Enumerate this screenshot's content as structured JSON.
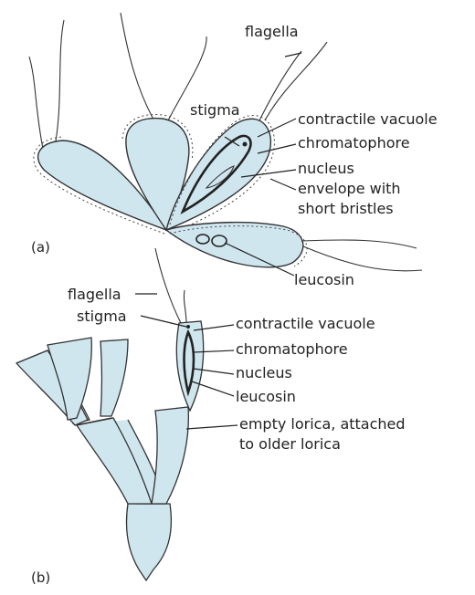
{
  "panel_a": {
    "id_label": "(a)",
    "labels": {
      "flagella": "flagella",
      "stigma": "stigma",
      "contractile_vacuole": "contractile vacuole",
      "chromatophore": "chromatophore",
      "nucleus": "nucleus",
      "envelope_line1": "envelope with",
      "envelope_line2": "short bristles",
      "leucosin": "leucosin"
    }
  },
  "panel_b": {
    "id_label": "(b)",
    "labels": {
      "flagella": "flagella",
      "stigma": "stigma",
      "contractile_vacuole": "contractile vacuole",
      "chromatophore": "chromatophore",
      "nucleus": "nucleus",
      "leucosin": "leucosin",
      "lorica_line1": "empty lorica, attached",
      "lorica_line2": "to older lorica"
    }
  },
  "colors": {
    "cell_fill": "#cfe6ef",
    "outline": "#333333"
  }
}
